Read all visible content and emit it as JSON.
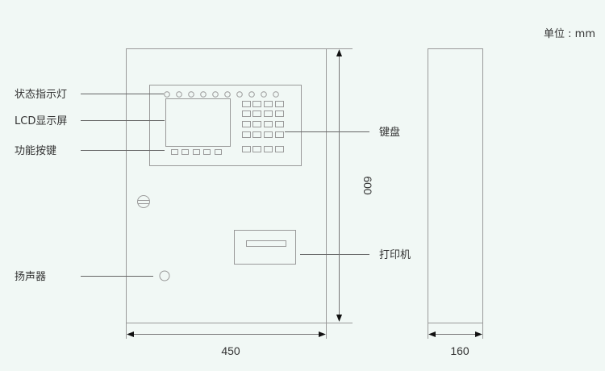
{
  "unit_label": "单位 : mm",
  "labels": {
    "status_lights": "状态指示灯",
    "lcd": "LCD显示屏",
    "function_keys": "功能按键",
    "keypad": "键盘",
    "printer": "打印机",
    "speaker": "扬声器"
  },
  "dimensions": {
    "width": "450",
    "height": "600",
    "depth": "160"
  }
}
